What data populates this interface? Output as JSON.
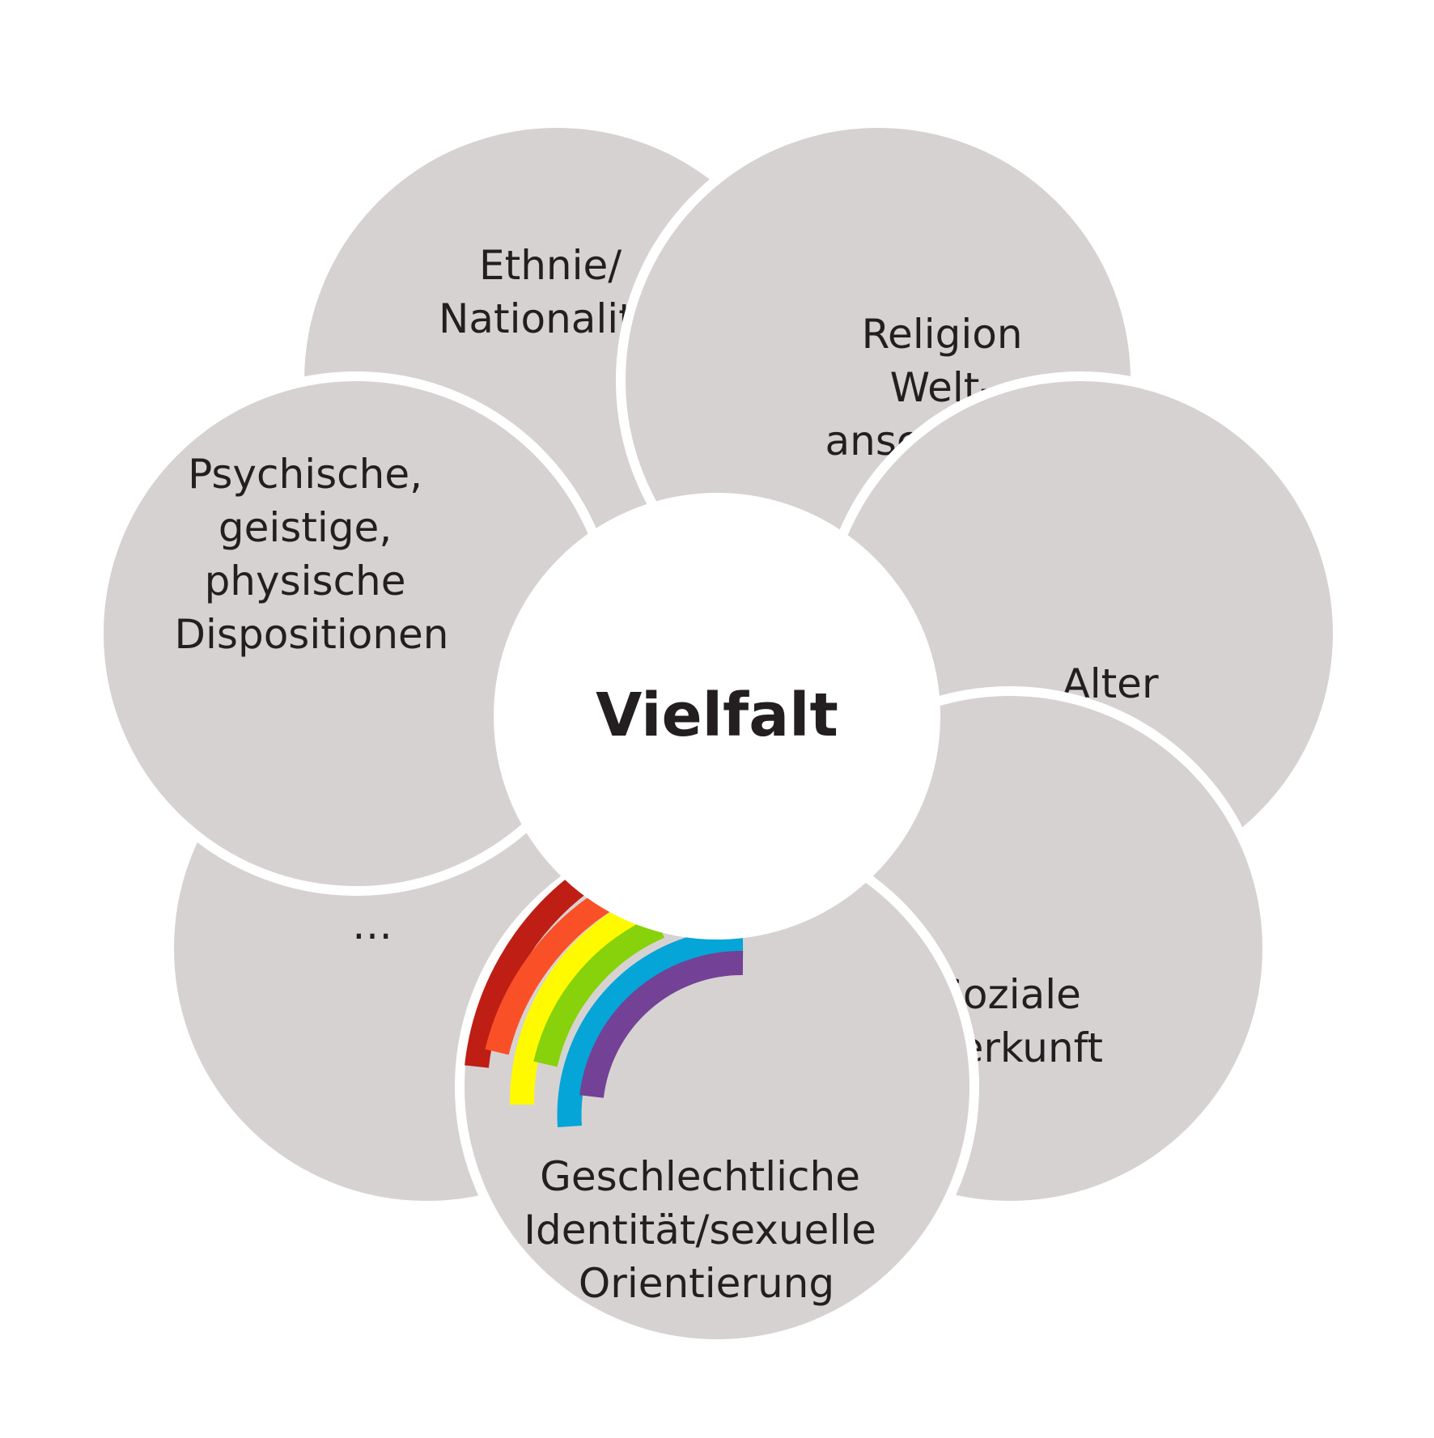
{
  "center": {
    "label": "Vielfalt",
    "fill": "#ffffff"
  },
  "colors": {
    "petal": "#d7d2d2",
    "outline": "#ffffff",
    "text": "#231f20"
  },
  "petals": [
    {
      "id": "ethnie",
      "lines": [
        "Ethnie/",
        "Nationalität"
      ]
    },
    {
      "id": "religion",
      "lines": [
        "Religion",
        "Welt-",
        "anschauung"
      ]
    },
    {
      "id": "alter",
      "lines": [
        "Alter"
      ]
    },
    {
      "id": "soziale-herkunft",
      "lines": [
        "Soziale",
        "Herkunft"
      ]
    },
    {
      "id": "geschlecht",
      "lines": [
        "Geschlechtliche",
        "Identität/sexuelle",
        "Orientierung"
      ]
    },
    {
      "id": "more",
      "lines": [
        "…"
      ]
    },
    {
      "id": "dispositionen",
      "lines": [
        "Psychische,",
        "geistige,",
        "physische",
        "Dispositionen"
      ]
    }
  ],
  "rainbow": {
    "icon": "rainbow-icon",
    "colors": [
      "#be1e14",
      "#fa5028",
      "#fffa00",
      "#87d20a",
      "#05a5d7",
      "#734196"
    ]
  }
}
